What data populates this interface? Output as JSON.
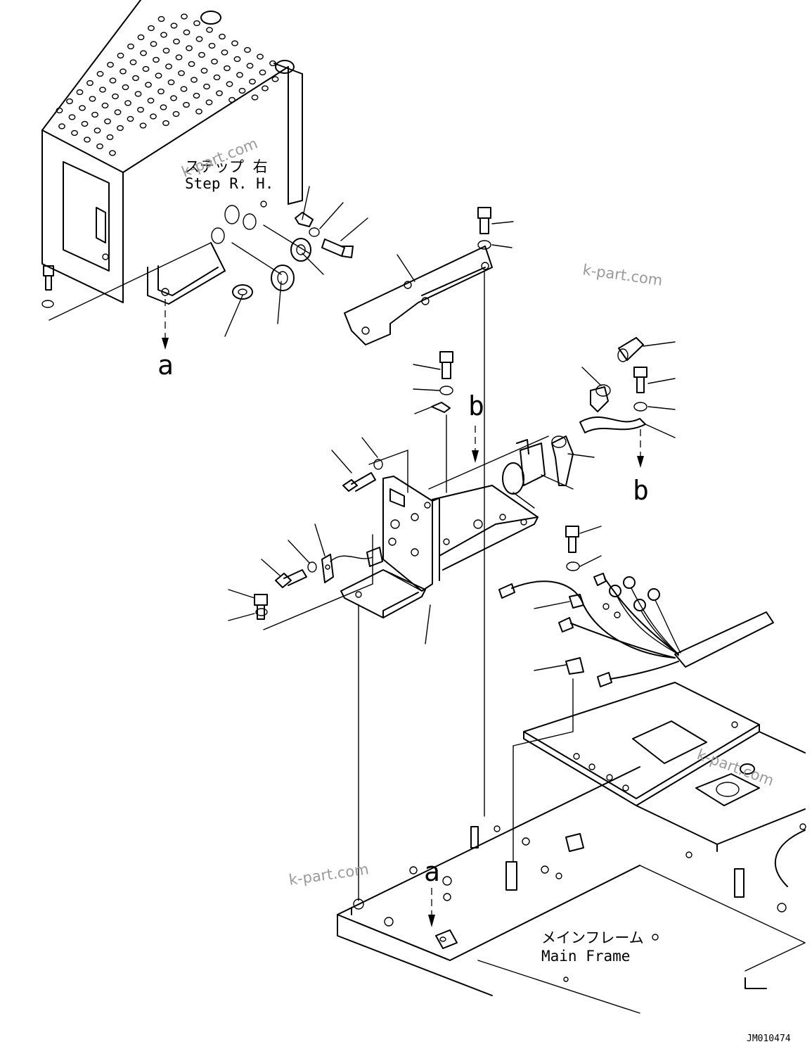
{
  "labels": {
    "step_jp": "ステップ 右",
    "step_en": "Step R. H.",
    "frame_jp": "メインフレーム",
    "frame_en": "Main Frame"
  },
  "refs": {
    "a": "a",
    "b": "b"
  },
  "drawing_code": "JM010474",
  "watermark": "k-part.com"
}
